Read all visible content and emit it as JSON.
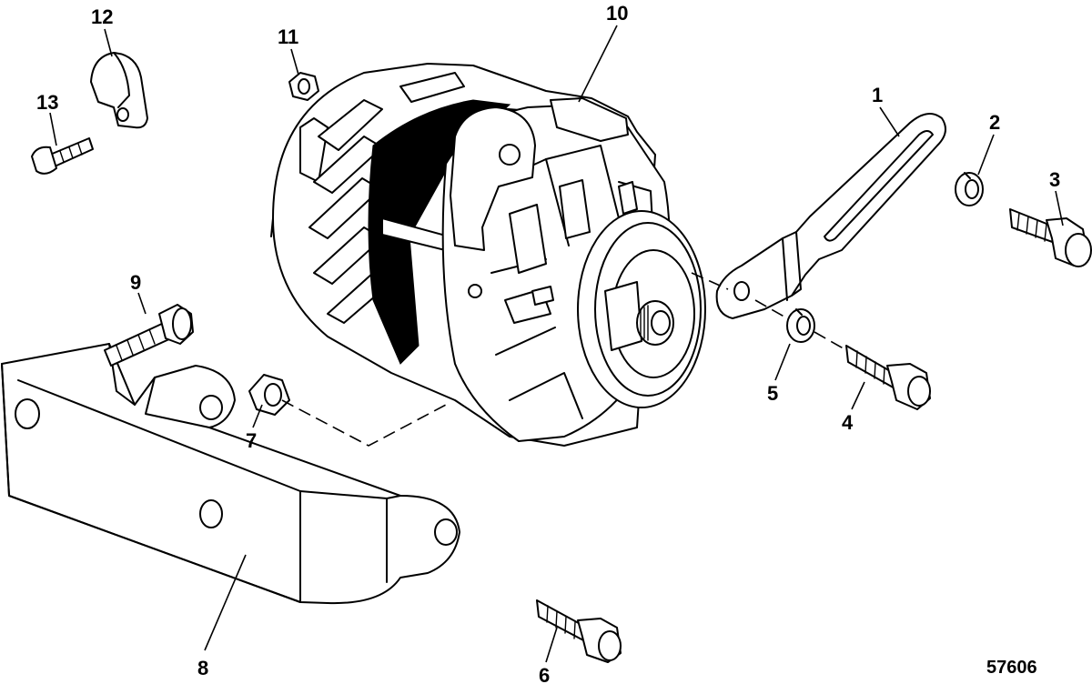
{
  "diagram": {
    "reference_number": "57606",
    "callouts": [
      {
        "id": "1",
        "label": "1"
      },
      {
        "id": "2",
        "label": "2"
      },
      {
        "id": "3",
        "label": "3"
      },
      {
        "id": "4",
        "label": "4"
      },
      {
        "id": "5",
        "label": "5"
      },
      {
        "id": "6",
        "label": "6"
      },
      {
        "id": "7",
        "label": "7"
      },
      {
        "id": "8",
        "label": "8"
      },
      {
        "id": "9",
        "label": "9"
      },
      {
        "id": "10",
        "label": "10"
      },
      {
        "id": "11",
        "label": "11"
      },
      {
        "id": "12",
        "label": "12"
      },
      {
        "id": "13",
        "label": "13"
      }
    ]
  }
}
